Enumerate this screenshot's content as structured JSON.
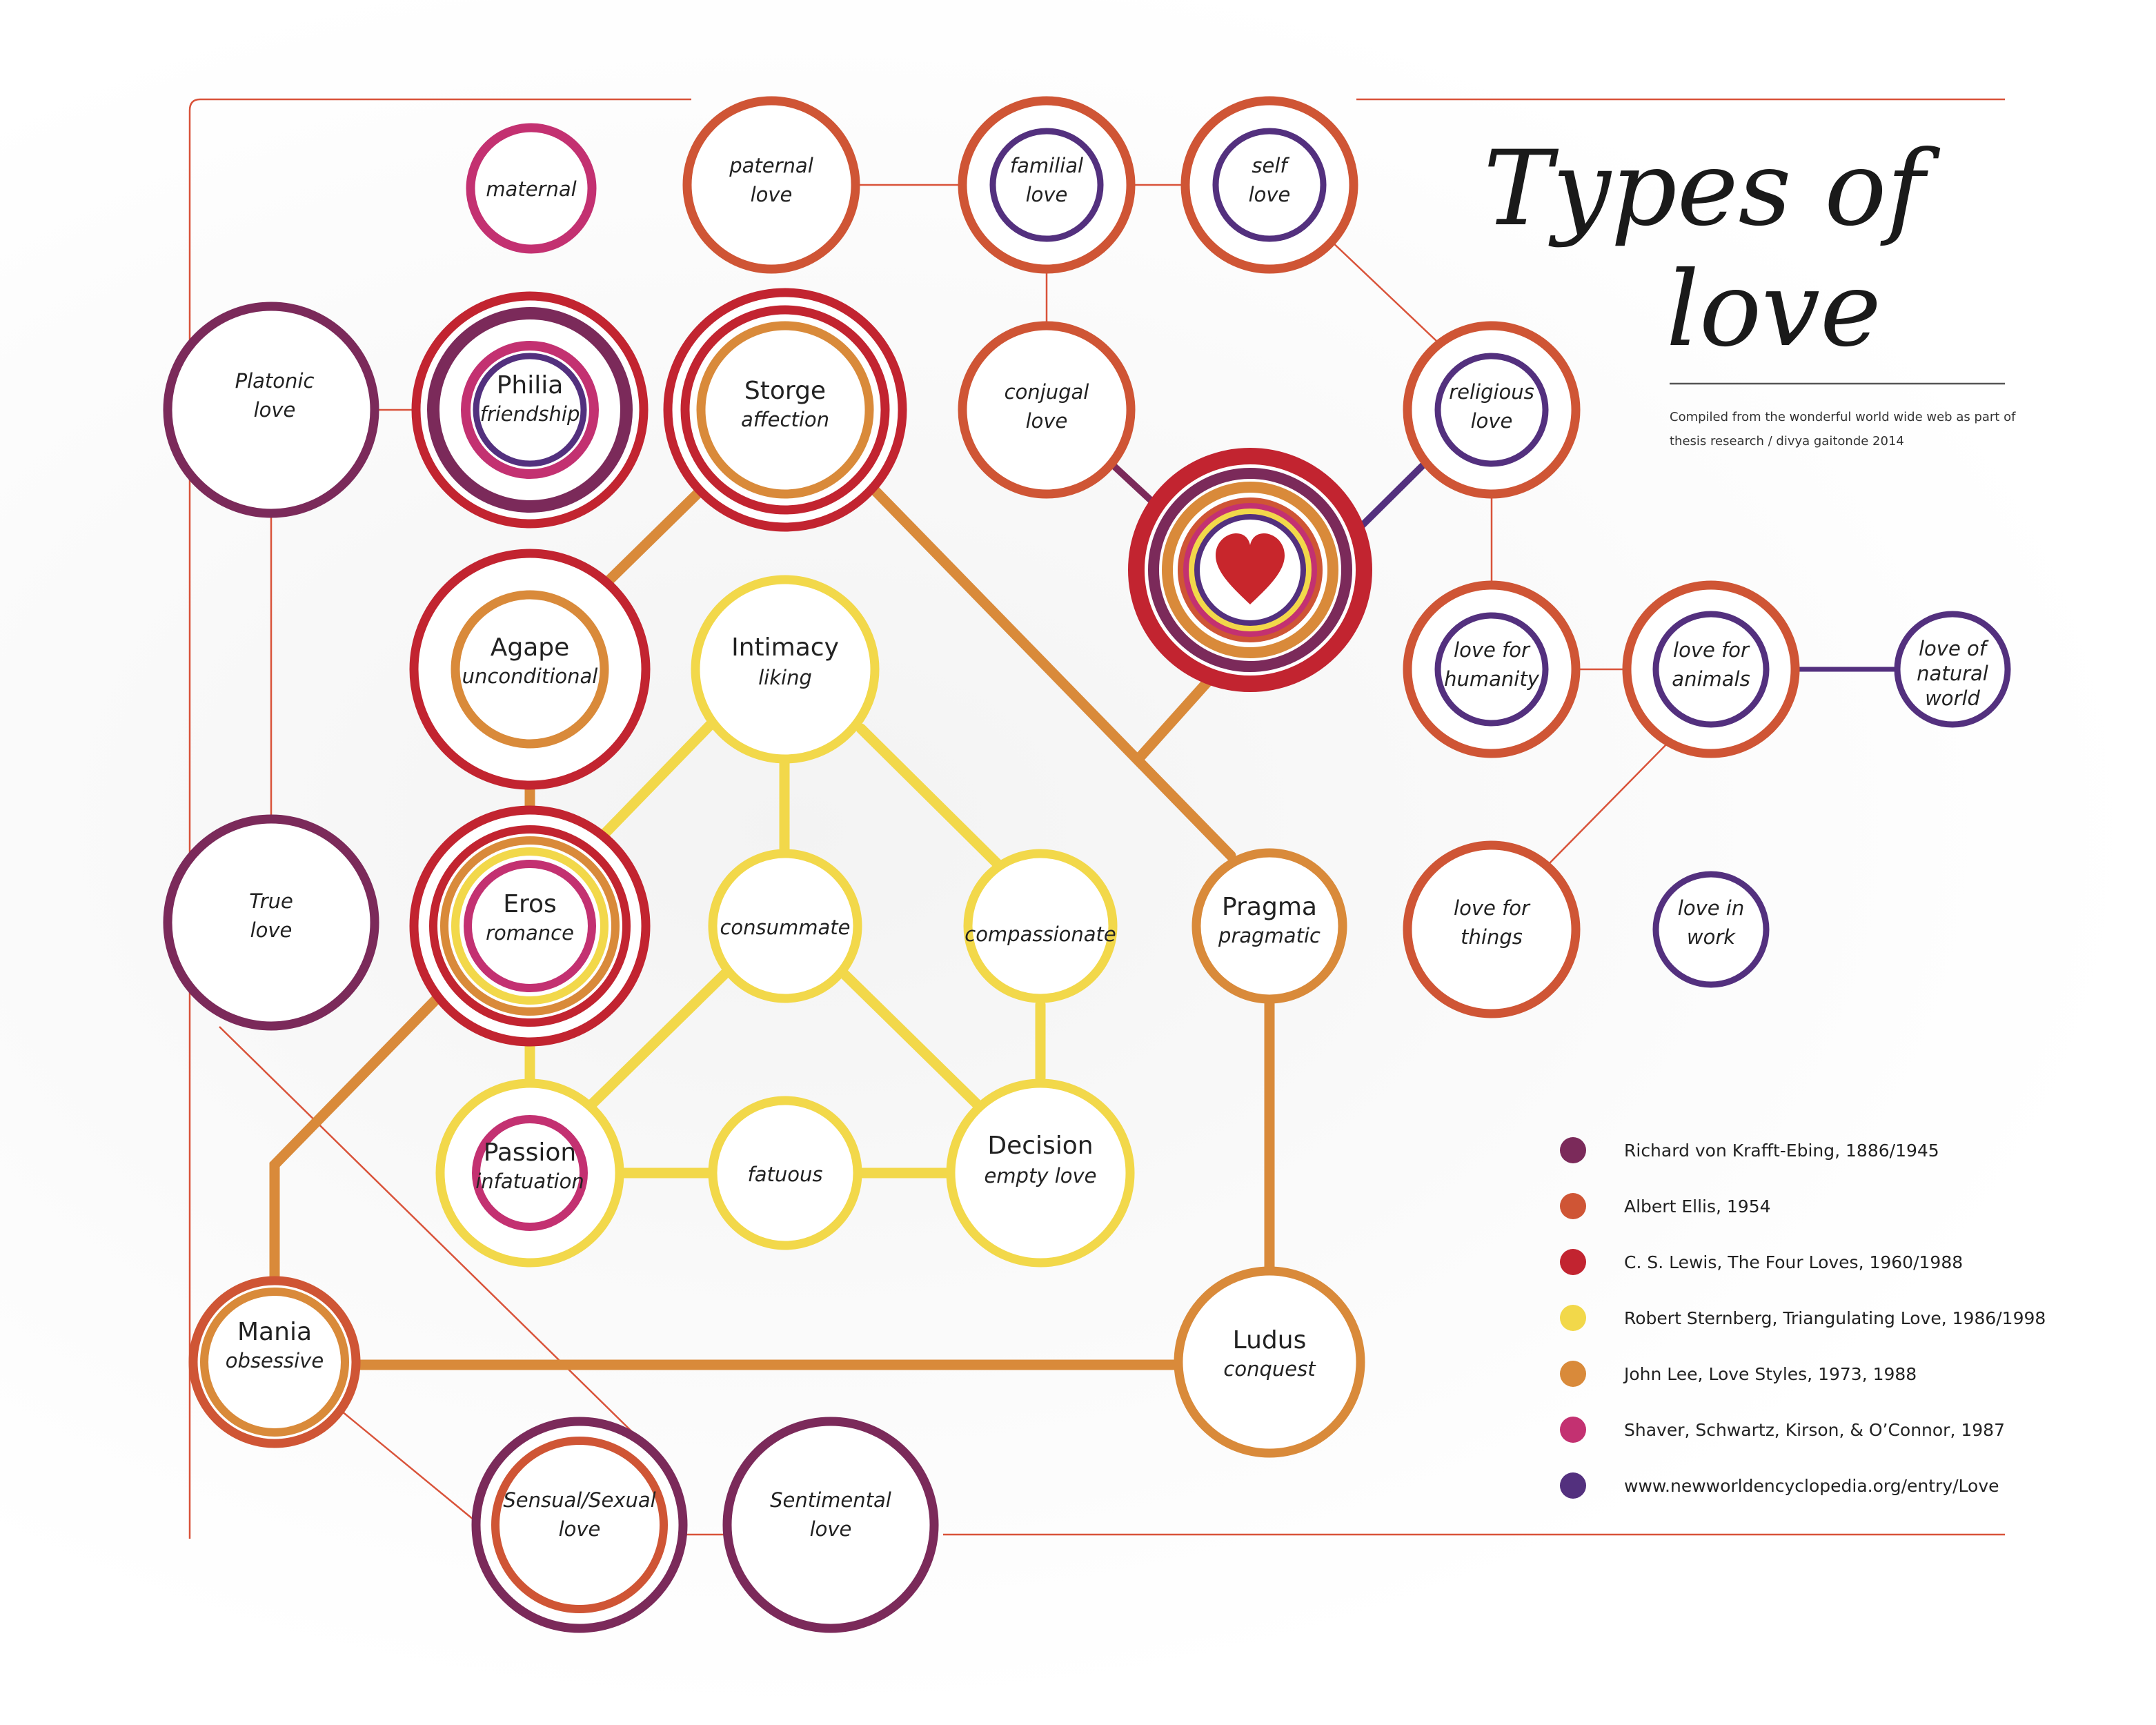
{
  "title": {
    "line1": "Types of",
    "line2": "love"
  },
  "credit": {
    "line1": "Compiled from the wonderful world wide web as part of",
    "line2": "thesis research / divya gaitonde 2014"
  },
  "colors": {
    "krafft": "#7b2a5a",
    "ellis": "#cf5535",
    "lewis": "#c22430",
    "sternberg": "#f2d84a",
    "lee": "#d98a3a",
    "shaver": "#c33171",
    "nwe": "#53307e",
    "heart": "#c8262c"
  },
  "legend": [
    {
      "label": "Richard von Krafft-Ebing, 1886/1945",
      "color": "#7b2a5a"
    },
    {
      "label": "Albert Ellis, 1954",
      "color": "#cf5535"
    },
    {
      "label": "C. S. Lewis, The Four Loves, 1960/1988",
      "color": "#c22430"
    },
    {
      "label": "Robert Sternberg, Triangulating Love, 1986/1998",
      "color": "#f2d84a"
    },
    {
      "label": "John Lee, Love Styles, 1973, 1988",
      "color": "#d98a3a"
    },
    {
      "label": "Shaver, Schwartz, Kirson, & O’Connor, 1987",
      "color": "#c33171"
    },
    {
      "label": "www.newworldencyclopedia.org/entry/Love",
      "color": "#53307e"
    }
  ],
  "nodes": {
    "maternal": {
      "l1": "maternal"
    },
    "paternal": {
      "l1": "paternal",
      "l2": "love"
    },
    "familial": {
      "l1": "familial",
      "l2": "love"
    },
    "self": {
      "l1": "self",
      "l2": "love"
    },
    "platonic": {
      "l1": "Platonic",
      "l2": "love"
    },
    "philia": {
      "title": "Philia",
      "sub": "friendship"
    },
    "storge": {
      "title": "Storge",
      "sub": "affection"
    },
    "conjugal": {
      "l1": "conjugal",
      "l2": "love"
    },
    "religious": {
      "l1": "religious",
      "l2": "love"
    },
    "agape": {
      "title": "Agape",
      "sub": "unconditional"
    },
    "intimacy": {
      "title": "Intimacy",
      "sub": "liking"
    },
    "humanity": {
      "l1": "love for",
      "l2": "humanity"
    },
    "animals": {
      "l1": "love for",
      "l2": "animals"
    },
    "natural": {
      "l1": "love of",
      "l2": "natural",
      "l3": "world"
    },
    "truelove": {
      "l1": "True",
      "l2": "love"
    },
    "eros": {
      "title": "Eros",
      "sub": "romance"
    },
    "consummate": {
      "l1": "consummate"
    },
    "compassionate": {
      "l1": "compassionate"
    },
    "pragma": {
      "title": "Pragma",
      "sub": "pragmatic"
    },
    "things": {
      "l1": "love for",
      "l2": "things"
    },
    "work": {
      "l1": "love in",
      "l2": "work"
    },
    "passion": {
      "title": "Passion",
      "sub": "infatuation"
    },
    "fatuous": {
      "l1": "fatuous"
    },
    "decision": {
      "title": "Decision",
      "sub": "empty love"
    },
    "mania": {
      "title": "Mania",
      "sub": "obsessive"
    },
    "ludus": {
      "title": "Ludus",
      "sub": "conquest"
    },
    "sensual": {
      "l1": "Sensual/Sexual",
      "l2": "love"
    },
    "sentimental": {
      "l1": "Sentimental",
      "l2": "love"
    }
  }
}
